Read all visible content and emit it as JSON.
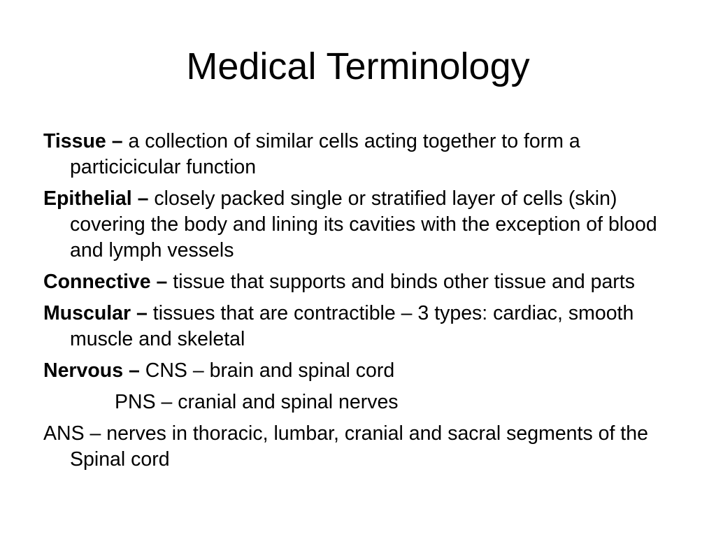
{
  "slide": {
    "title": "Medical Terminology",
    "entries": [
      {
        "term": "Tissue –",
        "definition": " a collection of similar cells acting together to form a particicicular function"
      },
      {
        "term": "Epithelial –",
        "definition": " closely packed single or stratified layer of cells (skin) covering the body and lining its cavities with the exception of blood and lymph vessels"
      },
      {
        "term": "Connective –",
        "definition": " tissue that supports and binds other tissue and parts"
      },
      {
        "term": "Muscular –",
        "definition": " tissues that are contractible – 3 types: cardiac, smooth muscle and skeletal"
      },
      {
        "term": "Nervous –",
        "definition": " CNS – brain and spinal cord"
      },
      {
        "text": "PNS – cranial and spinal nerves"
      },
      {
        "text": "ANS – nerves in thoracic, lumbar, cranial and sacral segments of the Spinal cord"
      }
    ]
  }
}
